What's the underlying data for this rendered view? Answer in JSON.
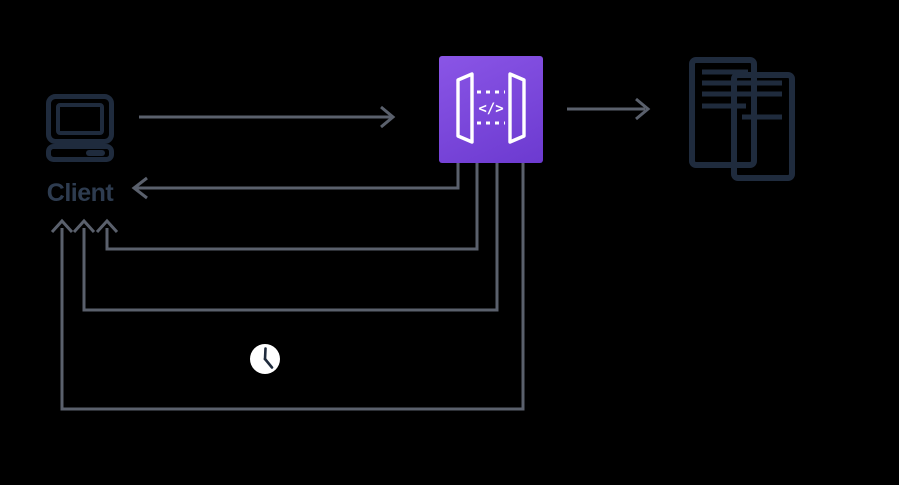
{
  "colors": {
    "background": "#000000",
    "line": "#5a606c",
    "ink": "#1f2b3d",
    "label": "#2e3c50",
    "clock_face": "#ffffff",
    "gateway_gradient_start": "#8a55e6",
    "gateway_gradient_end": "#6c3ad0",
    "glyph": "#ffffff"
  },
  "nodes": {
    "client": {
      "label": "Client",
      "icon": "desktop-computer-icon"
    },
    "api_gateway": {
      "icon": "api-gateway-icon",
      "glyph": "</>"
    },
    "backend": {
      "icon": "servers-icon"
    },
    "delay": {
      "icon": "clock-icon"
    }
  },
  "arrows": [
    {
      "name": "client-to-gateway"
    },
    {
      "name": "gateway-to-backend"
    },
    {
      "name": "gateway-to-client-response"
    },
    {
      "name": "gateway-to-client-callback-1"
    },
    {
      "name": "gateway-to-client-callback-2"
    },
    {
      "name": "gateway-to-client-callback-3"
    }
  ]
}
